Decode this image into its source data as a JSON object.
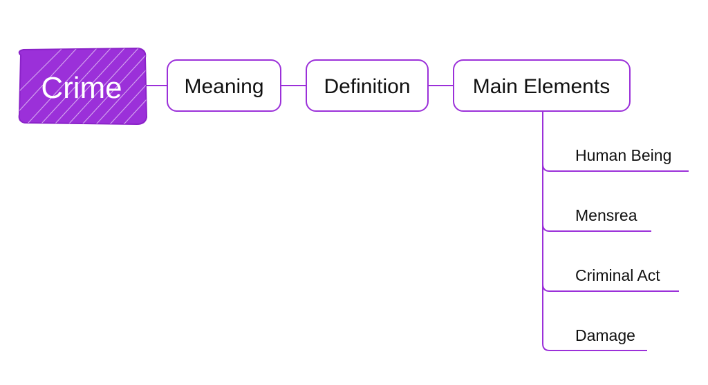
{
  "colors": {
    "accent": "#9b30d9",
    "root_fill": "#9b30d9",
    "text": "#111111",
    "root_text": "#ffffff"
  },
  "root": {
    "label": "Crime"
  },
  "nodes": [
    {
      "label": "Meaning"
    },
    {
      "label": "Definition"
    },
    {
      "label": "Main Elements"
    }
  ],
  "leaves": [
    {
      "label": "Human Being"
    },
    {
      "label": "Mensrea"
    },
    {
      "label": "Criminal Act"
    },
    {
      "label": "Damage"
    }
  ]
}
